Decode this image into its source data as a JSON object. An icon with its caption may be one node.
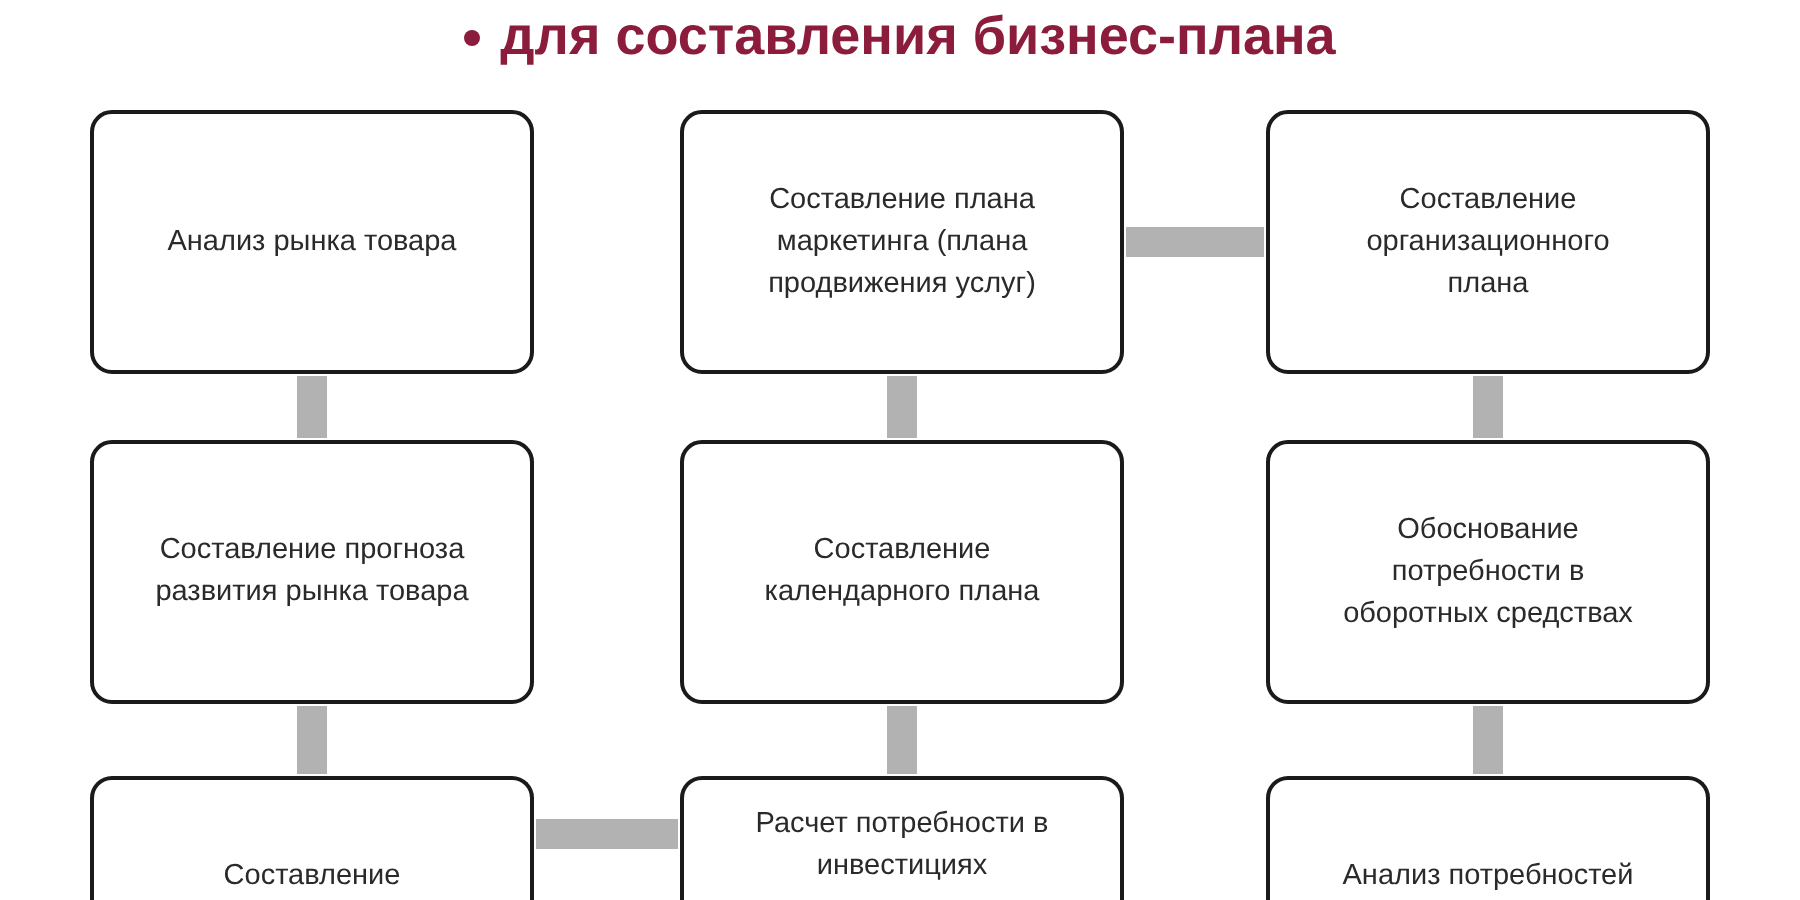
{
  "diagram": {
    "title": "для составления бизнес-плана",
    "nodes": [
      {
        "text": [
          "Анализ рынка товара"
        ]
      },
      {
        "text": [
          "Составление плана маркетинга (плана продвижения услуг)"
        ]
      },
      {
        "text": [
          "Составление организационного плана"
        ]
      },
      {
        "text": [
          "Составление прогноза развития рынка товара"
        ]
      },
      {
        "text": [
          "Составление календарного плана"
        ]
      },
      {
        "text": [
          "Обоснование потребности в оборотных средствах"
        ]
      },
      {
        "text": [
          "Составление"
        ]
      },
      {
        "text": [
          "Расчет потребности в инвестициях"
        ]
      },
      {
        "text": [
          "Анализ потребностей"
        ]
      }
    ],
    "edges": [
      {
        "from": 0,
        "to": 3,
        "arrow": "none"
      },
      {
        "from": 3,
        "to": 6,
        "arrow": "none"
      },
      {
        "from": 6,
        "to": 7,
        "arrow": "none"
      },
      {
        "from": 7,
        "to": 4,
        "arrow": "none"
      },
      {
        "from": 4,
        "to": 1,
        "arrow": "none"
      },
      {
        "from": 1,
        "to": 2,
        "arrow": "none"
      },
      {
        "from": 2,
        "to": 5,
        "arrow": "none"
      },
      {
        "from": 5,
        "to": 8,
        "arrow": "none"
      }
    ]
  }
}
